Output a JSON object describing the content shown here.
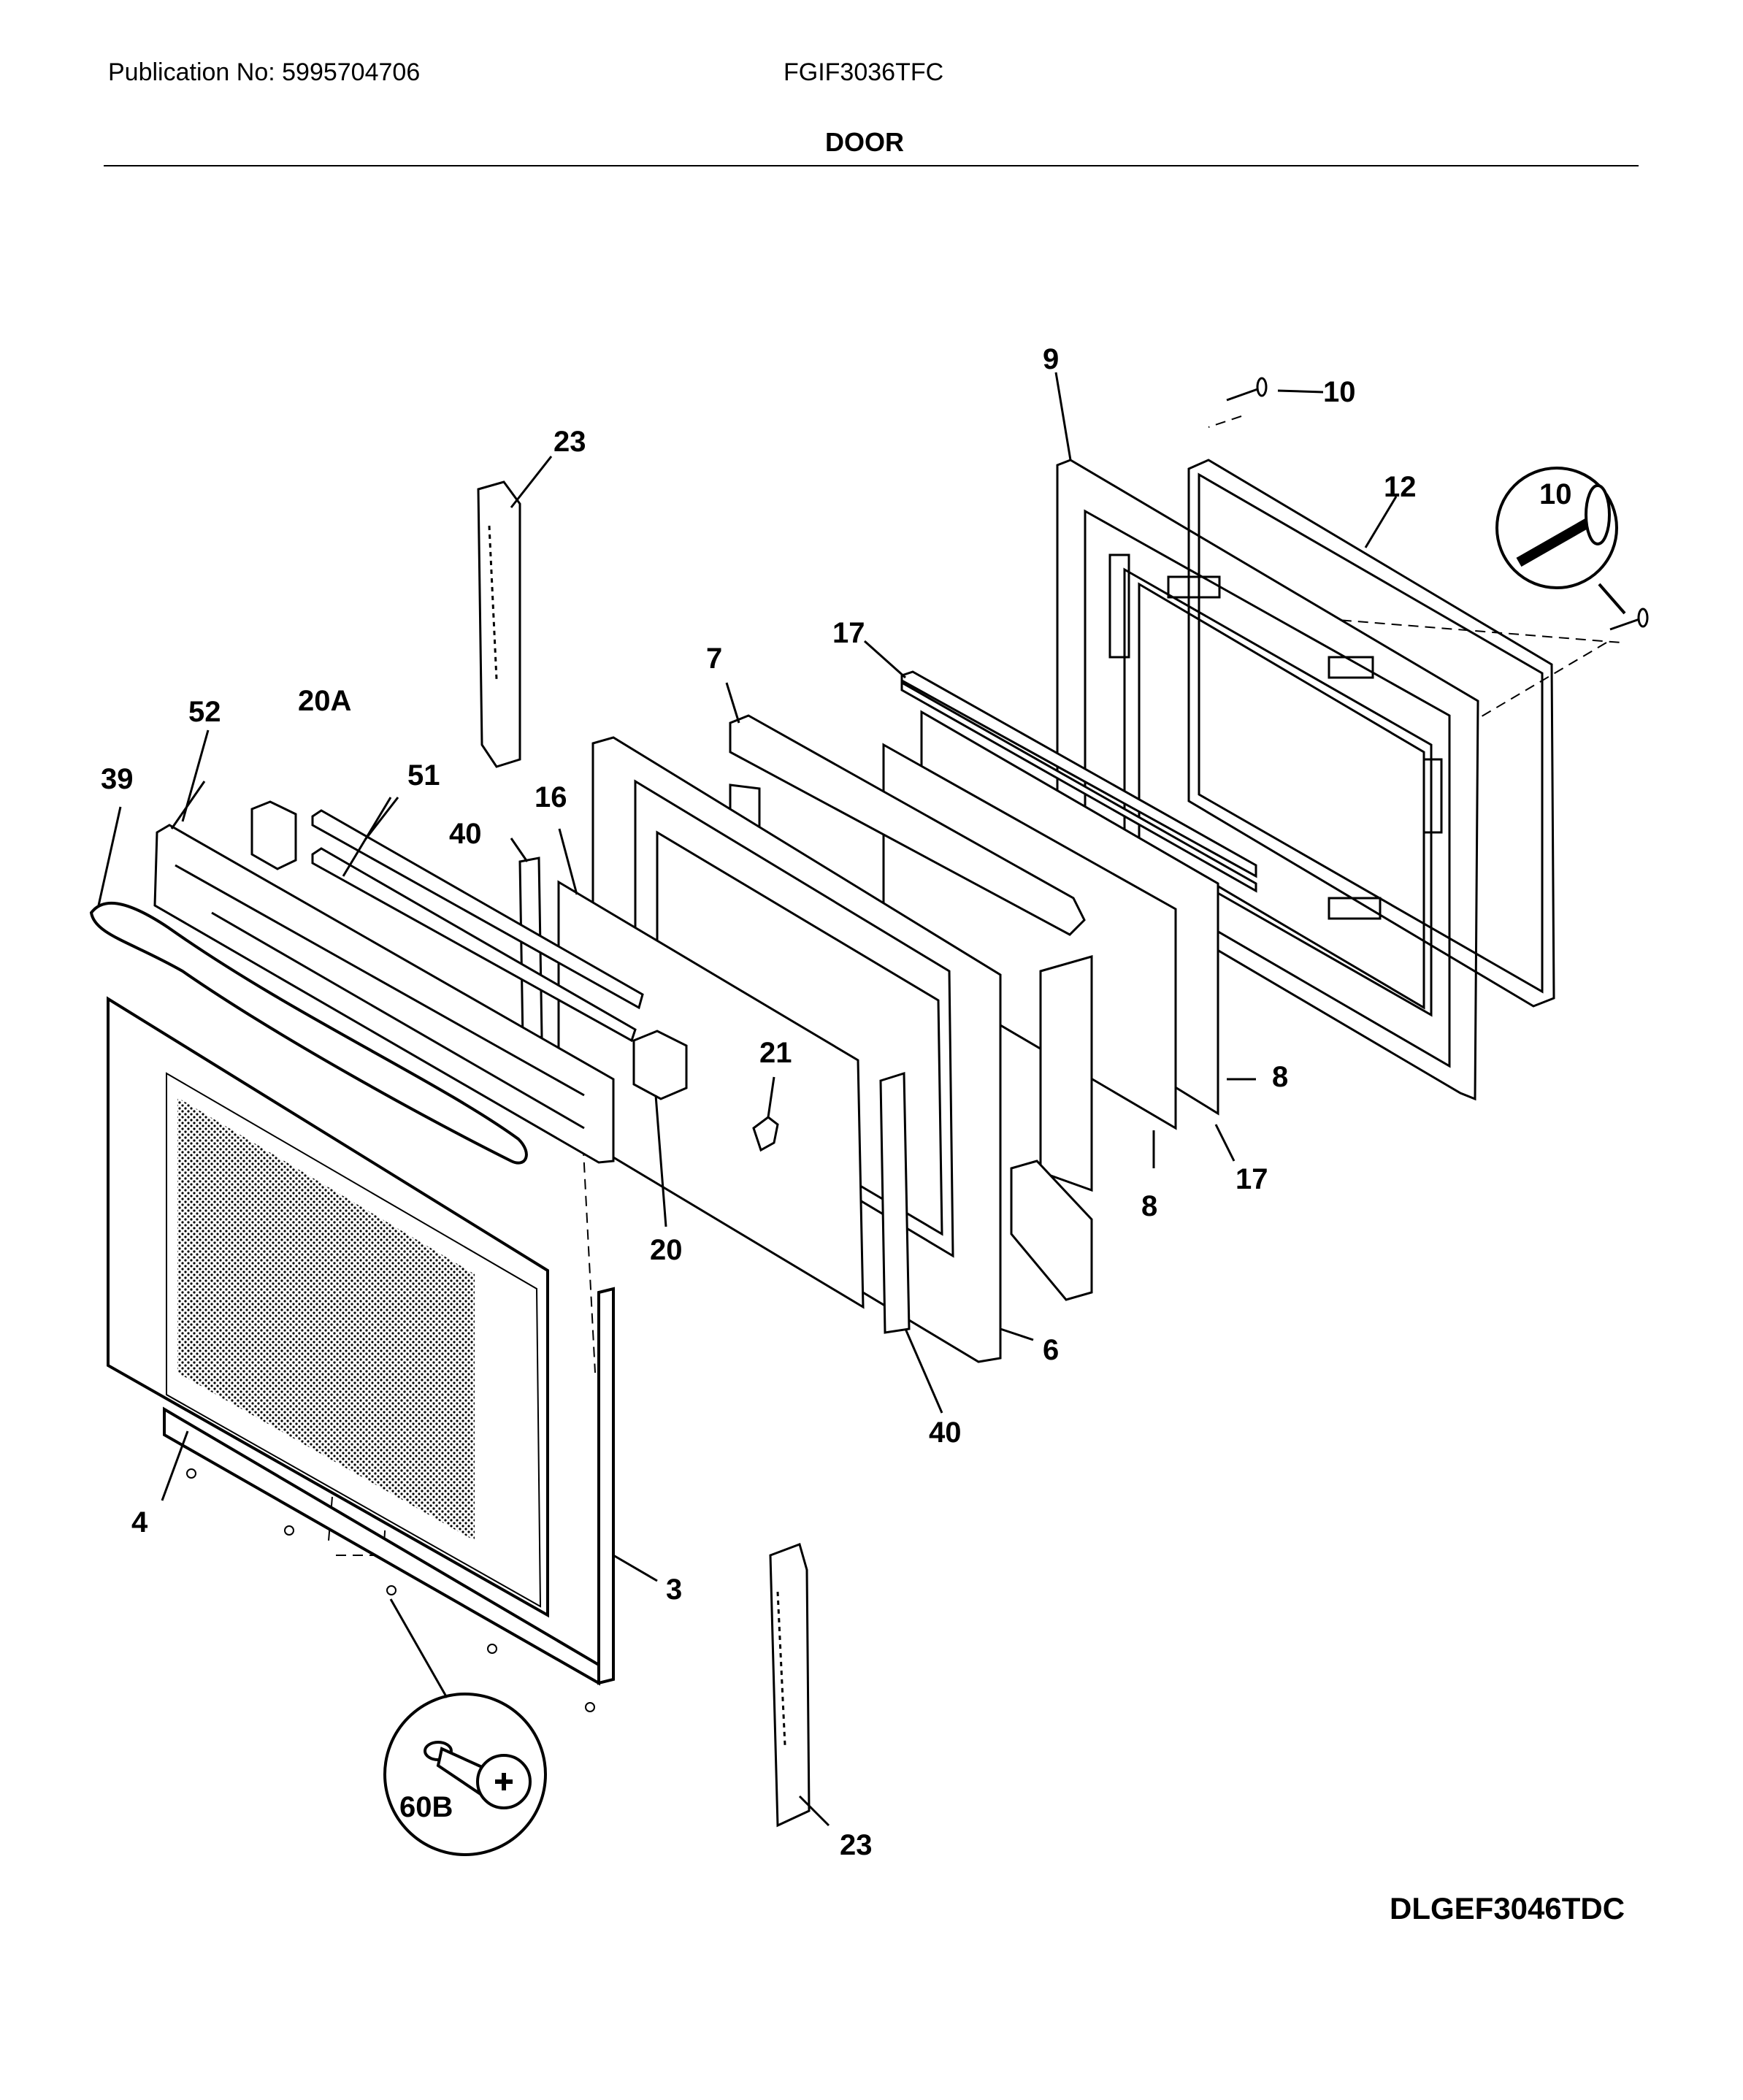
{
  "header": {
    "publication": "Publication No: 5995704706",
    "model": "FGIF3036TFC",
    "section": "DOOR"
  },
  "diagram_code": "DLGEF3046TDC",
  "callouts": {
    "c9": "9",
    "c10a": "10",
    "c10b": "10",
    "c12": "12",
    "c23a": "23",
    "c23b": "23",
    "c17a": "17",
    "c17b": "17",
    "c7": "7",
    "c52": "52",
    "c20A": "20A",
    "c51": "51",
    "c39": "39",
    "c16": "16",
    "c40a": "40",
    "c40b": "40",
    "c21": "21",
    "c8a": "8",
    "c8b": "8",
    "c20": "20",
    "c6": "6",
    "c4": "4",
    "c3": "3",
    "c60B": "60B"
  }
}
